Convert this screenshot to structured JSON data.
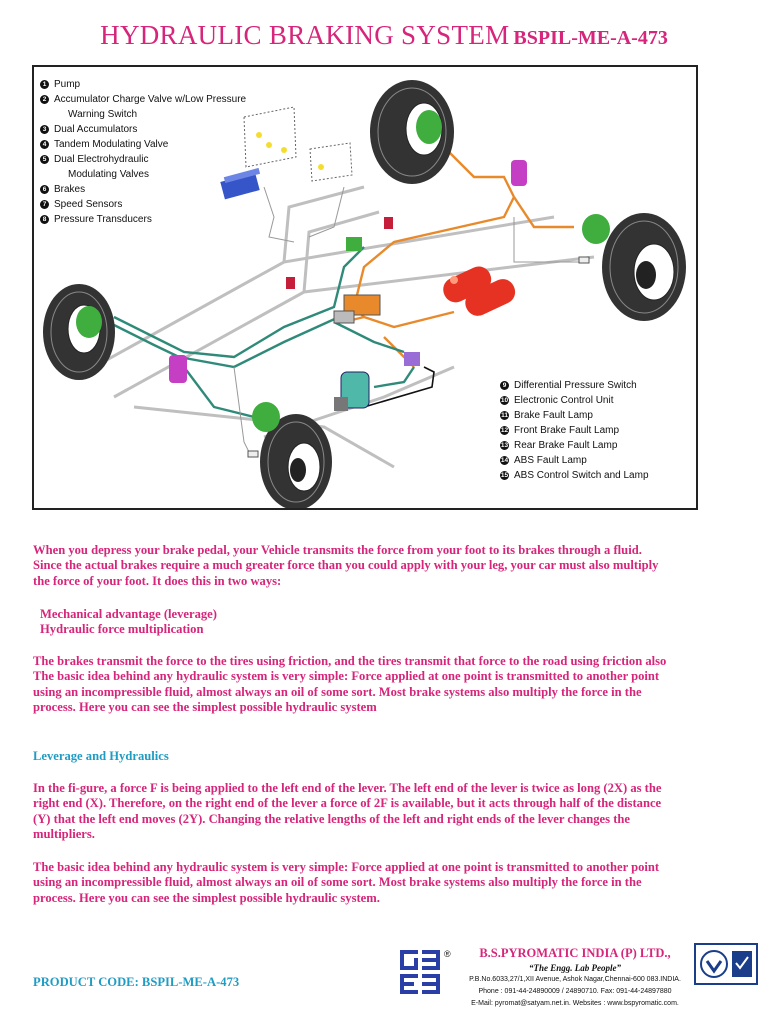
{
  "header": {
    "title": "HYDRAULIC BRAKING  SYSTEM",
    "code": "BSPIL-ME-A-473"
  },
  "figure": {
    "legend_left": [
      {
        "n": "1",
        "label": "Pump"
      },
      {
        "n": "2",
        "label": "Accumulator Charge Valve w/Low Pressure"
      },
      {
        "n": "",
        "label": "Warning Switch"
      },
      {
        "n": "3",
        "label": "Dual Accumulators"
      },
      {
        "n": "4",
        "label": "Tandem Modulating Valve"
      },
      {
        "n": "5",
        "label": "Dual Electrohydraulic"
      },
      {
        "n": "",
        "label": "Modulating Valves"
      },
      {
        "n": "6",
        "label": "Brakes"
      },
      {
        "n": "7",
        "label": "Speed Sensors"
      },
      {
        "n": "8",
        "label": "Pressure Transducers"
      }
    ],
    "legend_right": [
      {
        "n": "9",
        "label": "Differential Pressure Switch"
      },
      {
        "n": "10",
        "label": "Electronic Control Unit"
      },
      {
        "n": "11",
        "label": "Brake Fault Lamp"
      },
      {
        "n": "12",
        "label": "Front Brake Fault Lamp"
      },
      {
        "n": "13",
        "label": "Rear Brake Fault Lamp"
      },
      {
        "n": "14",
        "label": "ABS Fault Lamp"
      },
      {
        "n": "15",
        "label": "ABS Control Switch and Lamp"
      }
    ],
    "colors": {
      "pipe_teal": "#2f8a7a",
      "pipe_orange": "#e88a2c",
      "accumulator": "#e53222",
      "brake_green": "#3fae3f",
      "valve_purple": "#c43fc4"
    }
  },
  "text": {
    "p1": "When you depress your brake pedal, your Vehicle transmits the force from your foot to its brakes through a fluid. Since the actual brakes require a much greater force than you could apply with your leg, your car must also multiply the force of your foot. It does this in two ways:",
    "li1": "Mechanical advantage (leverage)",
    "li2": "Hydraulic force multiplication",
    "p2": "The brakes transmit the force to the tires using friction, and the tires transmit that force to the road using friction also",
    "p3": "The basic idea behind any hydraulic system is very simple: Force applied at one point is transmitted to another point using an incompressible fluid, almost always an oil of some sort. Most brake systems also multiply the force in the process. Here you can see the simplest possible hydraulic system",
    "h1": "Leverage and Hydraulics",
    "p4": "In the fi-gure, a force F is being applied to the left end of the lever. The left end of the lever is twice as long (2X) as the right end (X). Therefore, on the right end of the lever a force of 2F is available, but it acts through half of the distance (Y) that the left end moves (2Y). Changing the relative lengths of the left and right ends of the lever changes the multipliers.",
    "p5": "The basic idea behind any hydraulic system is very simple: Force applied at one point is transmitted to another point using an incompressible fluid, almost always an oil of some sort. Most brake systems also multiply the force in the process. Here you can see the simplest possible hydraulic system."
  },
  "footer": {
    "product_code": "PRODUCT CODE: BSPIL-ME-A-473",
    "company_name": "B.S.PYROMATIC INDIA (P) LTD.,",
    "tagline": "“The Engg. Lab People”",
    "address": "P.B.No.6033,27/1,XII Avenue, Ashok Nagar,Chennai-600 083.INDIA.",
    "phone": "Phone : 091-44-24890009 / 24890710. Fax: 091-44-24897880",
    "email": "E-Mail: pyromat@satyam.net.in. Websites : www.bspyromatic.com.",
    "registered_mark": "®"
  }
}
